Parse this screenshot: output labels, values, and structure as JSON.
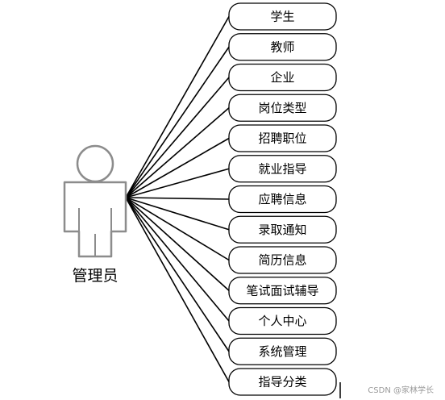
{
  "actor": {
    "label": "管理员"
  },
  "use_cases": [
    "学生",
    "教师",
    "企业",
    "岗位类型",
    "招聘职位",
    "就业指导",
    "应聘信息",
    "录取通知",
    "简历信息",
    "笔试面试辅导",
    "个人中心",
    "系统管理",
    "指导分类"
  ],
  "watermark": "CSDN @家林学长",
  "colors": {
    "line": "#000000",
    "actor_stroke": "#8c8c8c",
    "actor_fill": "#ffffff",
    "box_fill": "#ffffff",
    "box_stroke": "#000000",
    "watermark": "#9a9a9a"
  }
}
